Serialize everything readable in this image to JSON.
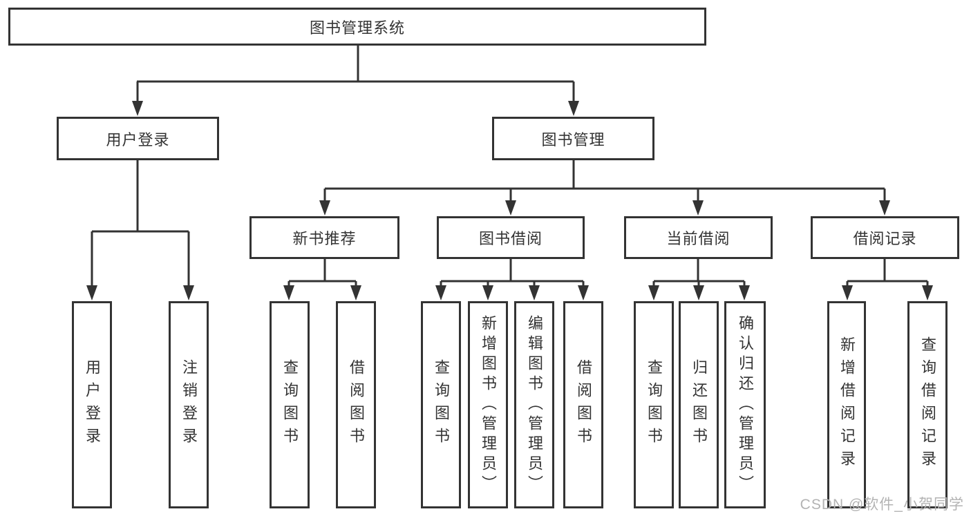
{
  "colors": {
    "line": "#333333",
    "text": "#333333",
    "background": "#ffffff",
    "watermark": "#b3b3b3"
  },
  "watermark": "CSDN @软件_小贺同学",
  "tree": {
    "label": "图书管理系统",
    "children": [
      {
        "label": "用户登录",
        "children": [
          {
            "label": "用户登录"
          },
          {
            "label": "注销登录"
          }
        ]
      },
      {
        "label": "图书管理",
        "children": [
          {
            "label": "新书推荐",
            "children": [
              {
                "label": "查询图书"
              },
              {
                "label": "借阅图书"
              }
            ]
          },
          {
            "label": "图书借阅",
            "children": [
              {
                "label": "查询图书"
              },
              {
                "label": "新增图书（管理员）"
              },
              {
                "label": "编辑图书（管理员）"
              },
              {
                "label": "借阅图书"
              }
            ]
          },
          {
            "label": "当前借阅",
            "children": [
              {
                "label": "查询图书"
              },
              {
                "label": "归还图书"
              },
              {
                "label": "确认归还（管理员）"
              }
            ]
          },
          {
            "label": "借阅记录",
            "children": [
              {
                "label": "新增借阅记录"
              },
              {
                "label": "查询借阅记录"
              }
            ]
          }
        ]
      }
    ]
  }
}
